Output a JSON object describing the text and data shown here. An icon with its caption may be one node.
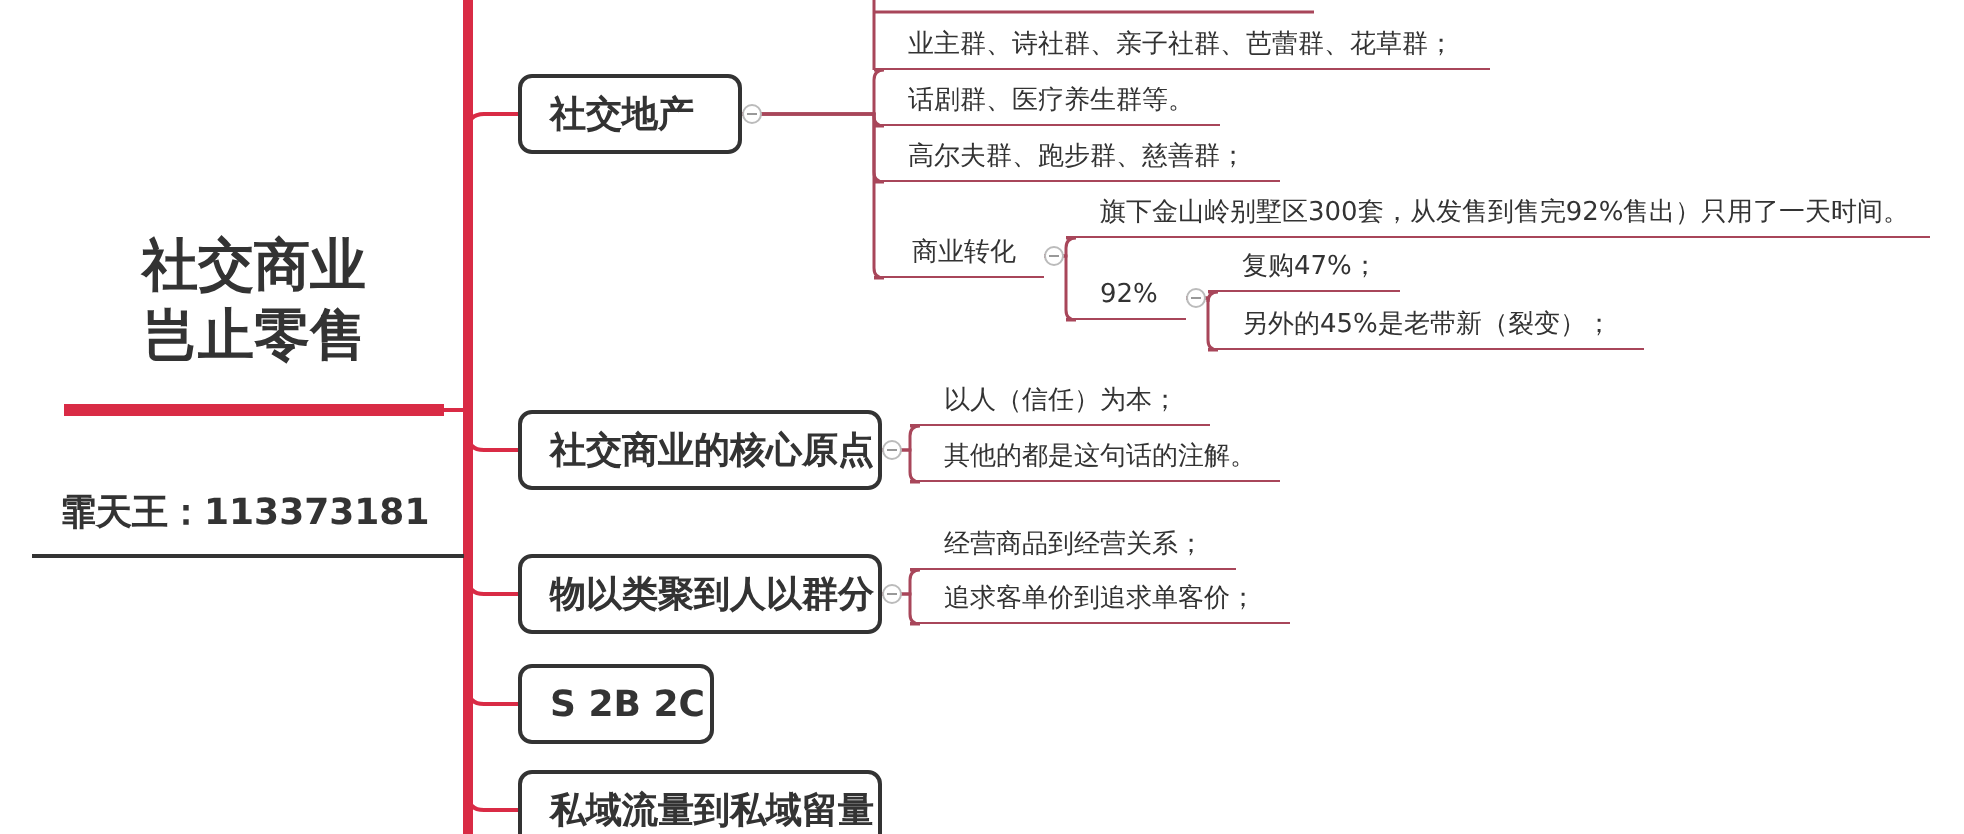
{
  "diagram": {
    "nodes": [
      {
        "text": [
          "社交商业岂止零售"
        ]
      },
      {
        "text": [
          "社交地产"
        ]
      },
      {
        "text": [
          "业主群、诗社群、亲子社群、芭蕾群、花草群；"
        ]
      },
      {
        "text": [
          "话剧群、医疗养生群等。"
        ]
      },
      {
        "text": [
          "高尔夫群、跑步群、慈善群；"
        ]
      },
      {
        "text": [
          "商业转化"
        ]
      },
      {
        "text": [
          "旗下金山岭别墅区300套，从发售到售完92%售出）只用了一天时间。"
        ]
      },
      {
        "text": [
          "92%"
        ]
      },
      {
        "text": [
          "复购47%；"
        ]
      },
      {
        "text": [
          "另外的45%是老带新（裂变）；"
        ]
      },
      {
        "text": [
          "社交商业的核心原点"
        ]
      },
      {
        "text": [
          "以人（信任）为本；"
        ]
      },
      {
        "text": [
          "其他的都是这句话的注解。"
        ]
      },
      {
        "text": [
          "物以类聚到人以群分"
        ]
      },
      {
        "text": [
          "经营商品到经营关系；"
        ]
      },
      {
        "text": [
          "追求客单价到追求单客价；"
        ]
      },
      {
        "text": [
          "S 2B 2C"
        ]
      },
      {
        "text": [
          "私域流量到私域留量"
        ]
      }
    ],
    "edges": [
      {
        "from": 0,
        "to": 1,
        "arrow": "none",
        "color": "#d92b45"
      },
      {
        "from": 0,
        "to": 10,
        "arrow": "none",
        "color": "#d92b45"
      },
      {
        "from": 0,
        "to": 13,
        "arrow": "none",
        "color": "#d92b45"
      },
      {
        "from": 0,
        "to": 16,
        "arrow": "none",
        "color": "#d92b45"
      },
      {
        "from": 0,
        "to": 17,
        "arrow": "none",
        "color": "#d92b45"
      },
      {
        "from": 1,
        "to": 2,
        "arrow": "none"
      },
      {
        "from": 1,
        "to": 3,
        "arrow": "none"
      },
      {
        "from": 1,
        "to": 4,
        "arrow": "none"
      },
      {
        "from": 1,
        "to": 5,
        "arrow": "none"
      },
      {
        "from": 5,
        "to": 6,
        "arrow": "none"
      },
      {
        "from": 5,
        "to": 7,
        "arrow": "none"
      },
      {
        "from": 7,
        "to": 8,
        "arrow": "none"
      },
      {
        "from": 7,
        "to": 9,
        "arrow": "none"
      },
      {
        "from": 10,
        "to": 11,
        "arrow": "none"
      },
      {
        "from": 10,
        "to": 12,
        "arrow": "none"
      },
      {
        "from": 13,
        "to": 14,
        "arrow": "none"
      },
      {
        "from": 13,
        "to": 15,
        "arrow": "none"
      }
    ],
    "labels": [
      "霏天王：113373181"
    ]
  }
}
